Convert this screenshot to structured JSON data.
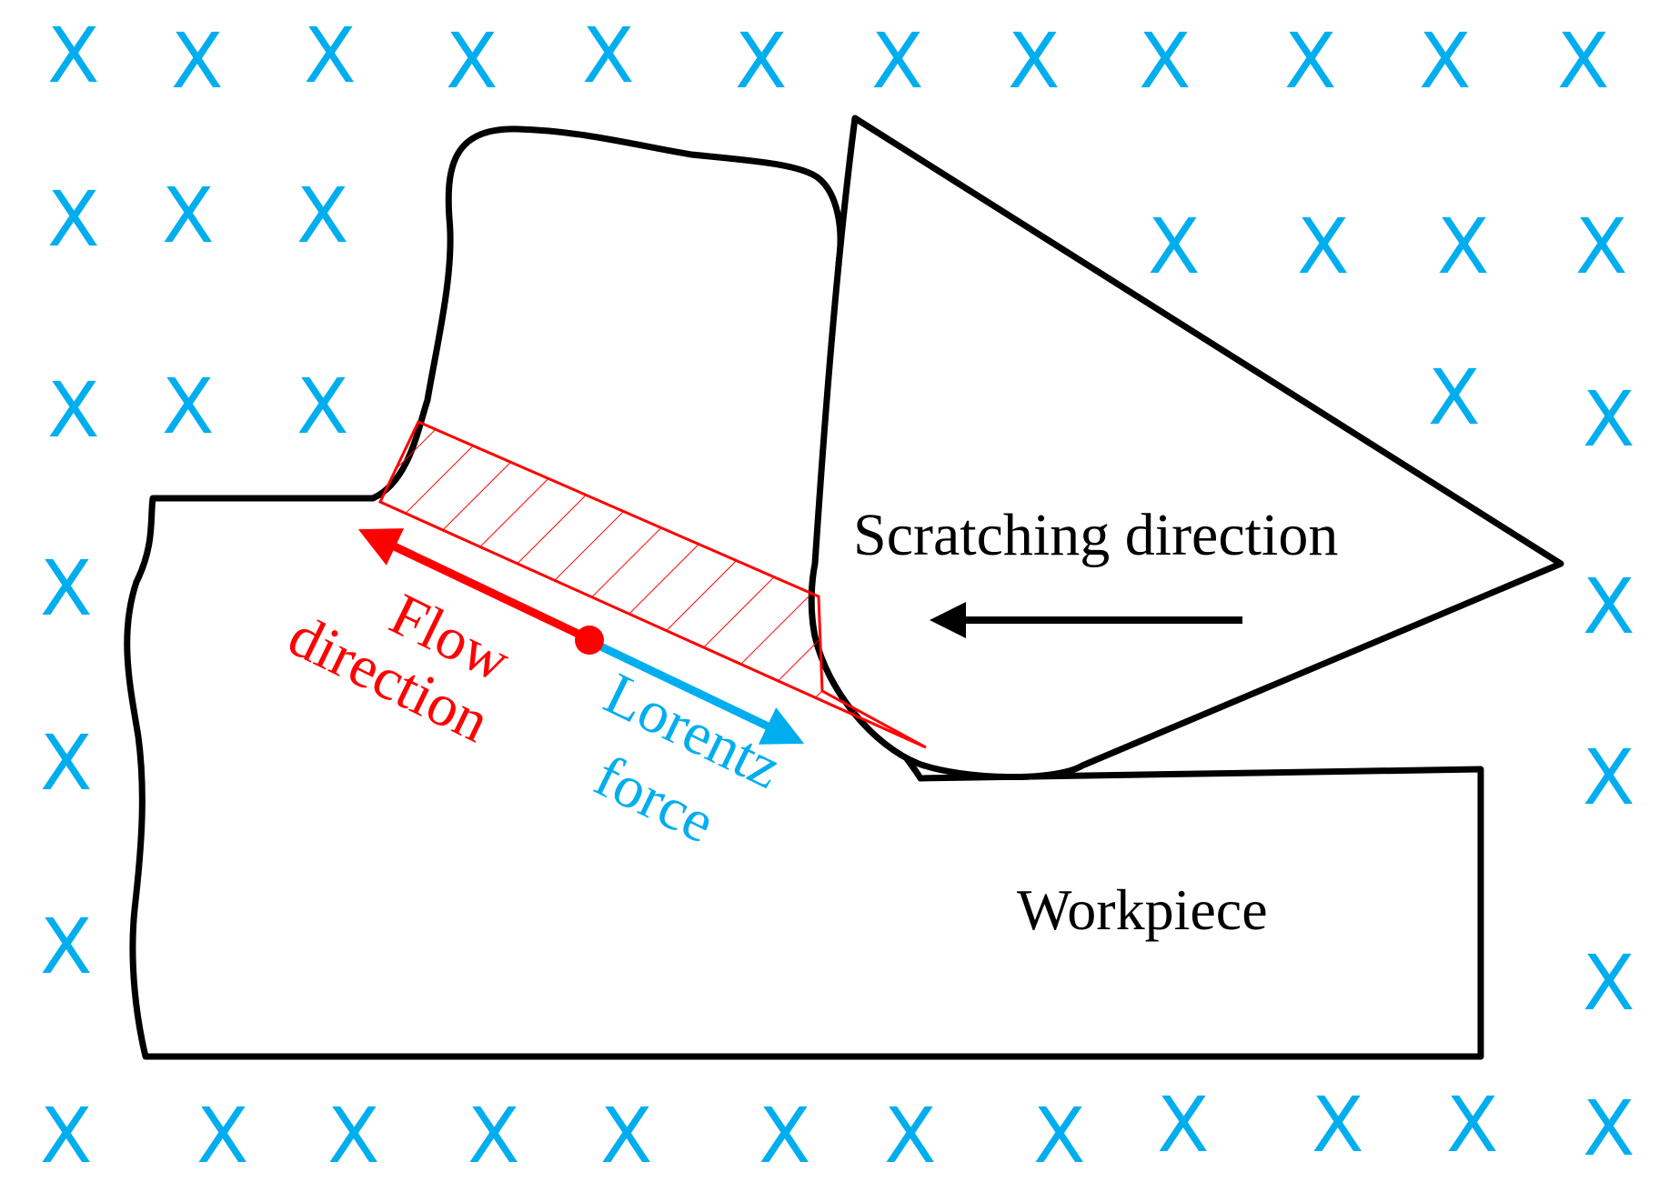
{
  "labels": {
    "scratching_direction": "Scratching direction",
    "workpiece": "Workpiece",
    "flow_line1": "Flow",
    "flow_line2": "direction",
    "lorentz_line1": "Lorentz",
    "lorentz_line2": "force"
  },
  "field_symbol": "X",
  "colors": {
    "field": "#00aeef",
    "flow": "#ff0000",
    "lorentz": "#00aeef",
    "outline": "#000000"
  }
}
